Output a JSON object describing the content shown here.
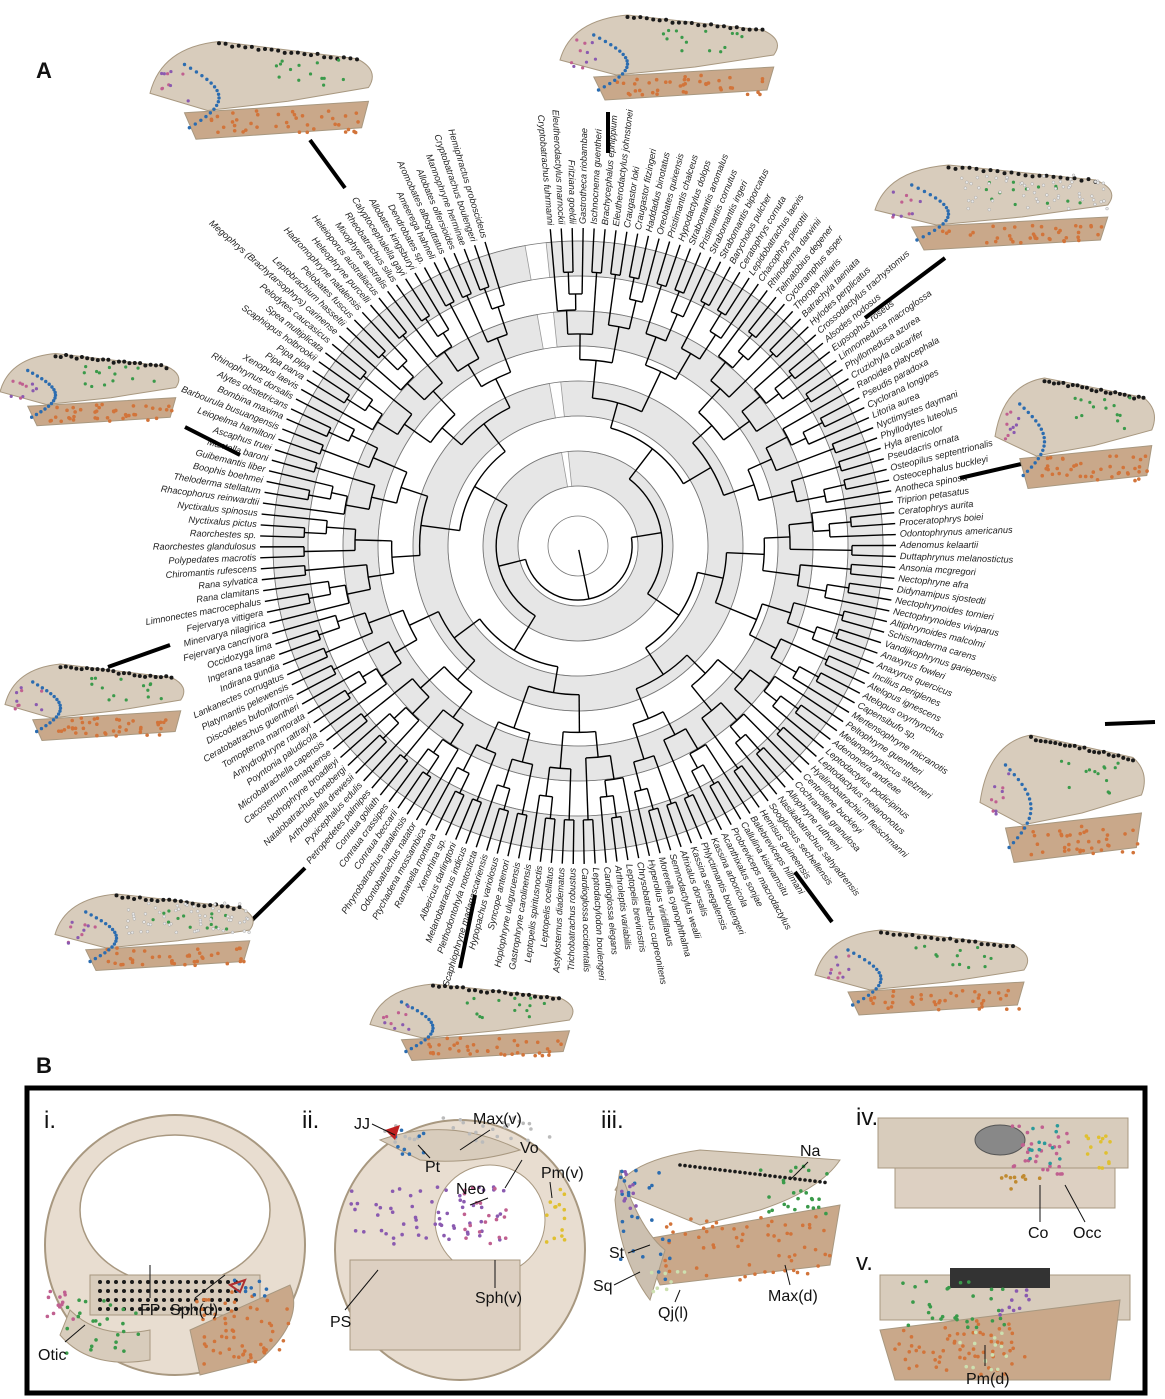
{
  "panels": {
    "a": "A",
    "b": "B"
  },
  "tips_ccw": [
    "Hemiphractus proboscideus",
    "Cryptobatrachus boulengeri",
    "Mannophryne herminae",
    "Allobates olfersioides",
    "Aromobates alboguttatus",
    "Ameerega hahneli",
    "Dendrobates sp.",
    "Allobates kingsburyi",
    "Calyptocephalella gayi",
    "Rheobatrachus silus",
    "Mixophyes australis",
    "Heleioporus australiacus",
    "Heleophryne purcelli",
    "Hadromophryne natalensis",
    "Pelobates fuscus",
    "Leptobrachium hasseltii",
    "Megophrys (Brachytarsophrys) carinense",
    "Pelodytes caucasicus",
    "Spea multiplicata",
    "Scaphiopus holbrookii",
    "Pipa pipa",
    "Pipa parva",
    "Xenopus laevis",
    "Rhinophrynus dorsalis",
    "Alytes obstetricans",
    "Bombina maxima",
    "Barbourula busuangensis",
    "Leiopelma hamiltoni",
    "Ascaphus truei",
    "Mantella baroni",
    "Guibemantis liber",
    "Boophis boehmei",
    "Theloderma stellatum",
    "Rhacophorus reinwardtii",
    "Nyctixalus spinosus",
    "Nyctixalus pictus",
    "Raorchestes sp.",
    "Raorchestes glandulosus",
    "Polypedates macrotis",
    "Chiromantis rufescens",
    "Rana sylvatica",
    "Rana clamitans",
    "Limnonectes macrocephalus",
    "Fejervarya vittigera",
    "Minervarya nilagirica",
    "Fejervarya cancrivora",
    "Occidozyga lima",
    "Ingerana tasanae",
    "Indirana gundia",
    "Lankanectes corrugatus",
    "Platymantis pelewensis",
    "Discodeles bufoniformis",
    "Ceratobatrachus guentheri",
    "Tomopterna marmorata",
    "Anhydrophryne rattrayi",
    "Poyntonia paludicola",
    "Microbatrachella capensis",
    "Cacosternum namaquense",
    "Nothophryne broadleyi",
    "Natalobatrachus bonebergi",
    "Arthroleptella drewesii",
    "Pyxicephalus edulis",
    "Petropedetes palmipes",
    "Conraua goliath",
    "Conraua crassipes",
    "Conraua beccarii",
    "Phrynobatrachus natalensis",
    "Odontobatrachus natator",
    "Ptychadena mossambica",
    "Ramanella montana",
    "Xenorhina sp.",
    "Albericus darlingtoni",
    "Melanobatrachus indicus",
    "Plethodontohyla notosticta",
    "Scaphiophryne madagascariensis",
    "Hypopachus variolosus",
    "Syncope antenori",
    "Hoplophryne uluguruensis",
    "Gastrophryne carolinensis",
    "Leptopelis spiritusnoctis",
    "Leptopelis ocellatus",
    "Astylosternus diadematus",
    "Trichobatrachus robustus",
    "Cardioglossa occidentalis",
    "Leptodactylodon boulengeri",
    "Cardioglossa elegans",
    "Arthroleptis variabilis",
    "Leptopelis brevirostris",
    "Chrysobatrachus cupreonitens",
    "Hyperolius viridiflavus",
    "Morerella cyanophthalma",
    "Semnodactylus wealii",
    "Afrixalus dorsalis",
    "Kassina senegalensis",
    "Phlyctimantis boulengeri",
    "Kassina arboricola",
    "Acanthixalus sonjae",
    "Probreviceps macrodactylus",
    "Callulina kisiwamsitu",
    "Balebreviceps hillmani",
    "Hemisus guineensis",
    "Sooglossus sechellensis",
    "Nasikabatrachus sahyadrensis",
    "Allophryne ruthveni",
    "Cochranella granulosa",
    "Centrolene buckleyi",
    "Hyalinobatrachium fleischmanni",
    "Leptodactylus melanonotus",
    "Leptodactylus podicipinus",
    "Adenomera andreae",
    "Melanophryniscus stelzneri",
    "Peltophryne guentheri",
    "Mertensophryne micranotis",
    "Capensibufo sp.",
    "Atelopus oxyrhynchus",
    "Atelopus ignescens",
    "Incilius periglenes",
    "Anaxyrus quercicus",
    "Anaxyrus fowleri",
    "Vandijkophrynus gariepensis",
    "Schismaderma carens",
    "Altiphrynoides malcolmi",
    "Nectophrynoides viviparus",
    "Nectophrynoides tornieri",
    "Didynamipus sjostedti",
    "Nectophryne afra",
    "Ansonia mcgregori",
    "Duttaphrynus melanostictus",
    "Adenomus kelaartii",
    "Odontophrynus americanus",
    "Proceratophrys boiei",
    "Ceratophrys aurita",
    "Triprion petasatus",
    "Anotheca spinosa",
    "Osteocephalus buckleyi",
    "Osteopilus septentrionalis",
    "Pseudacris ornata",
    "Hyla arenicolor",
    "Phyllodytes luteolus",
    "Nyctimystes daymani",
    "Litoria aurea",
    "Cyclorana longipes",
    "Pseudis paradoxa",
    "Ranoidea platycephala",
    "Cruziohyla calcarifer",
    "Phyllomedusa azurea",
    "Limnomedusa macroglossa",
    "Eupsophus roseus",
    "Alsodes nodosus",
    "Crossodactylus trachystomus",
    "Hylodes perplicatus",
    "Batrachyla taeniata",
    "Thoropa miliaris",
    "Cycloramphus asper",
    "Telmatobius degener",
    "Rhinoderma darwinii",
    "Chacophrys pierottii",
    "Lepidobatrachus laevis",
    "Ceratophrys cornuta",
    "Barycholos pulcher",
    "Strabomantis biporcatus",
    "Strabomantis ingeri",
    "Pristimantis cornutus",
    "Strabomantis anomalus",
    "Hypodactylus dolops",
    "Pristimantis chalceus",
    "Oreobates quixensis",
    "Haddadus binotatus",
    "Craugastor fitzingeri",
    "Craugastor loki",
    "Eleutherodactylus johnstonei",
    "Brachycephalus ephippium",
    "Ischnocnema guentheri",
    "Gastrotheca riobambae",
    "Fritziana goeldii",
    "Eleutherodactylus marnockii",
    "Cryptobatrachus fuhrmanni"
  ],
  "tips_center_override": {
    "107": "Hyalinobatrachium fleischmanni",
    "118": "Anaxyrus quercicus",
    "145": "Cruziohyla calcarifer"
  },
  "panel_b": {
    "sub_labels": [
      "i.",
      "ii.",
      "iii.",
      "iv.",
      "v."
    ],
    "labels": {
      "FP": "FP",
      "SphD": "Sph(d)",
      "Otic": "Otic",
      "JJ": "JJ",
      "Pt": "Pt",
      "MaxV": "Max(v)",
      "Vo": "Vo",
      "Neo": "Neo",
      "PmV": "Pm(v)",
      "PS": "PS",
      "SphV": "Sph(v)",
      "St": "St",
      "Sq": "Sq",
      "Na": "Na",
      "QjL": "Qj(l)",
      "MaxD": "Max(d)",
      "Co": "Co",
      "Occ": "Occ",
      "PmD": "Pm(d)"
    }
  },
  "colors": {
    "bone": "#d8ccbc",
    "bone_dark": "#a89880",
    "shade": "#e6e6e6",
    "black_dots": "#1a1a1a",
    "blue_dots": "#2b6cb0",
    "green_dots": "#3a9a4a",
    "orange_dots": "#d2743a",
    "purple_dots": "#8a5ab0",
    "pink_dots": "#c06090",
    "yellow_dots": "#e0c030",
    "white_dots": "#f4f4f4"
  }
}
